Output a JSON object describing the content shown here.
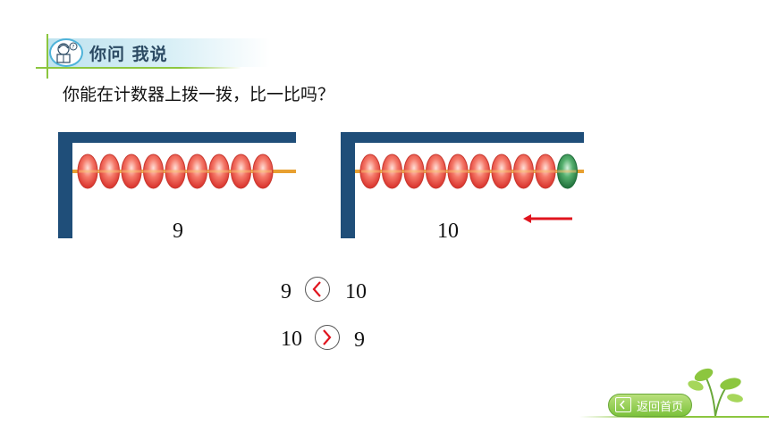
{
  "header": {
    "title": "你问 我说",
    "icon": "reading-child-icon"
  },
  "question": "你能在计数器上拨一拨，比一比吗？",
  "abacus_left": {
    "beads": 9,
    "label": "9"
  },
  "abacus_right": {
    "beads": 10,
    "label": "10",
    "arrow": "left-arrow"
  },
  "comparisons": [
    {
      "left": "9",
      "symbol": "<",
      "right": "10"
    },
    {
      "left": "10",
      "symbol": ">",
      "right": "9"
    }
  ],
  "colors": {
    "frame": "#1f4e79",
    "bead_red": "#f0483e",
    "bead_green": "#2e8b57",
    "rod": "#e8a030",
    "accent_red": "#e0141e",
    "green": "#8cc63f"
  },
  "nav": {
    "home_label": "返回首页"
  }
}
